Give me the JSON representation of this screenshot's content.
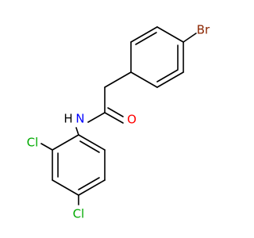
{
  "molecule": {
    "atoms": [
      {
        "id": "br",
        "symbol": "Br",
        "color": "#8b2500"
      },
      {
        "id": "o",
        "symbol": "O",
        "color": "#ff0000"
      },
      {
        "id": "n",
        "symbol": "N",
        "color": "#0000ff"
      },
      {
        "id": "h",
        "symbol": "H",
        "color": "#000000"
      },
      {
        "id": "cl1",
        "symbol": "Cl",
        "color": "#00aa00"
      },
      {
        "id": "cl2",
        "symbol": "Cl",
        "color": "#00aa00"
      }
    ],
    "bond_color": "#000000"
  }
}
